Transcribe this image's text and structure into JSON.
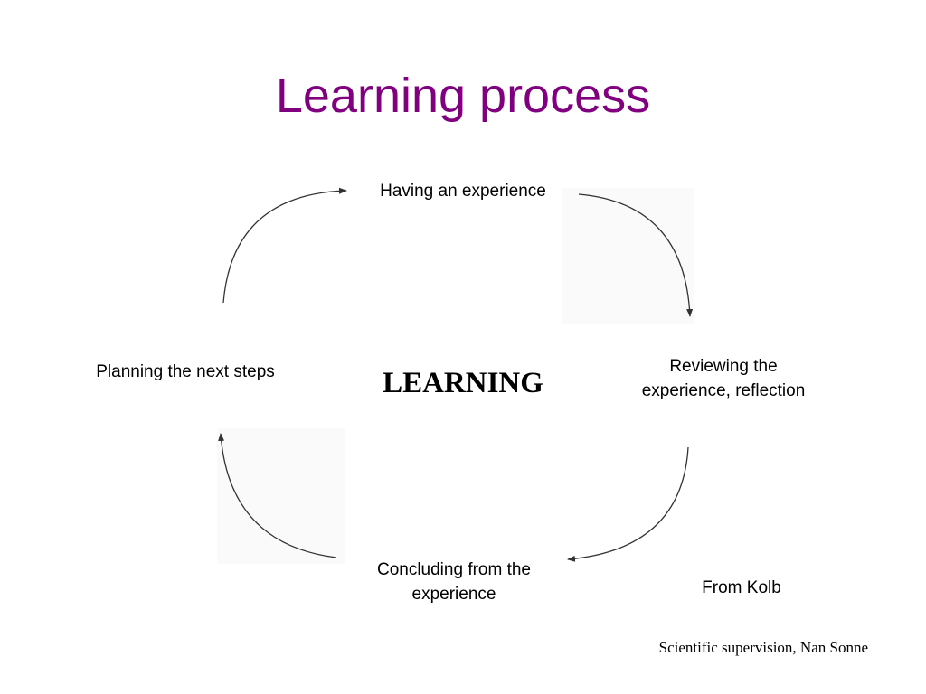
{
  "slide": {
    "title": "Learning process",
    "center": "LEARNING",
    "stages": {
      "experience": "Having an experience",
      "reviewing_line1": "Reviewing the",
      "reviewing_line2": "experience, reflection",
      "concluding_line1": "Concluding from the",
      "concluding_line2": "experience",
      "planning": "Planning the next steps"
    },
    "source": "From Kolb",
    "footer": "Scientific supervision, Nan Sonne"
  },
  "colors": {
    "title": "#800080",
    "text": "#000000",
    "arrow": "#333333"
  }
}
